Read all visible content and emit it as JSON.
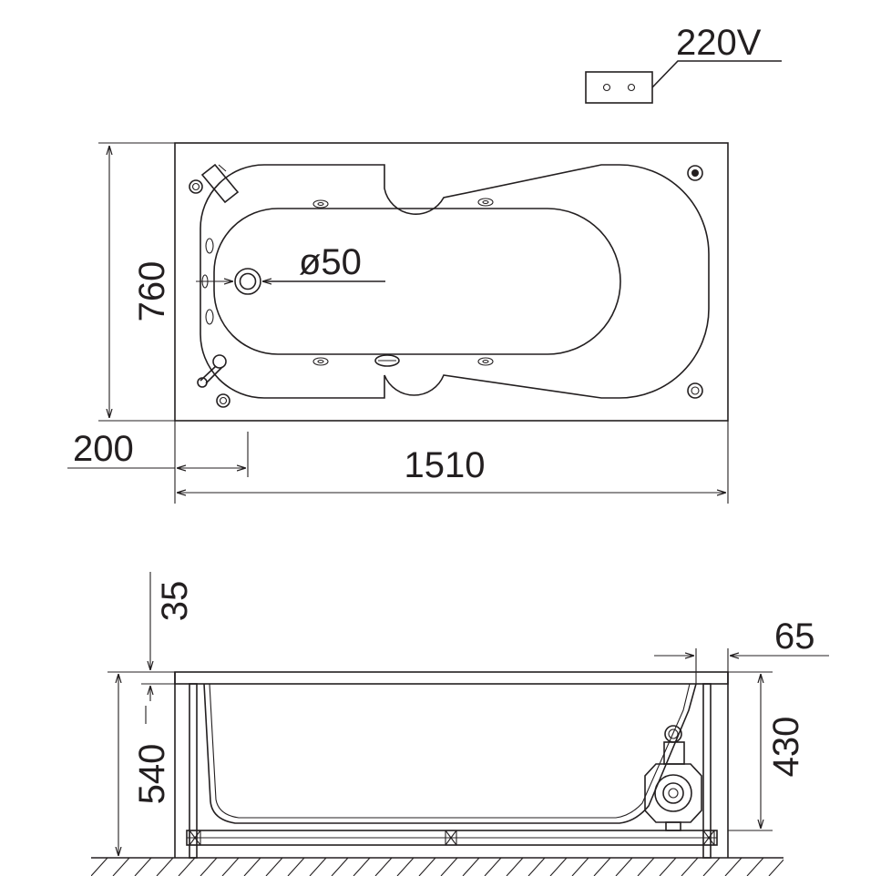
{
  "power_label": "220V",
  "top_view": {
    "height_dim": "760",
    "drain_dim": "ø50",
    "offset_dim": "200",
    "length_dim": "1510"
  },
  "side_view": {
    "rim_dim": "35",
    "total_height_dim": "540",
    "pump_offset_dim": "65",
    "inner_height_dim": "430"
  }
}
